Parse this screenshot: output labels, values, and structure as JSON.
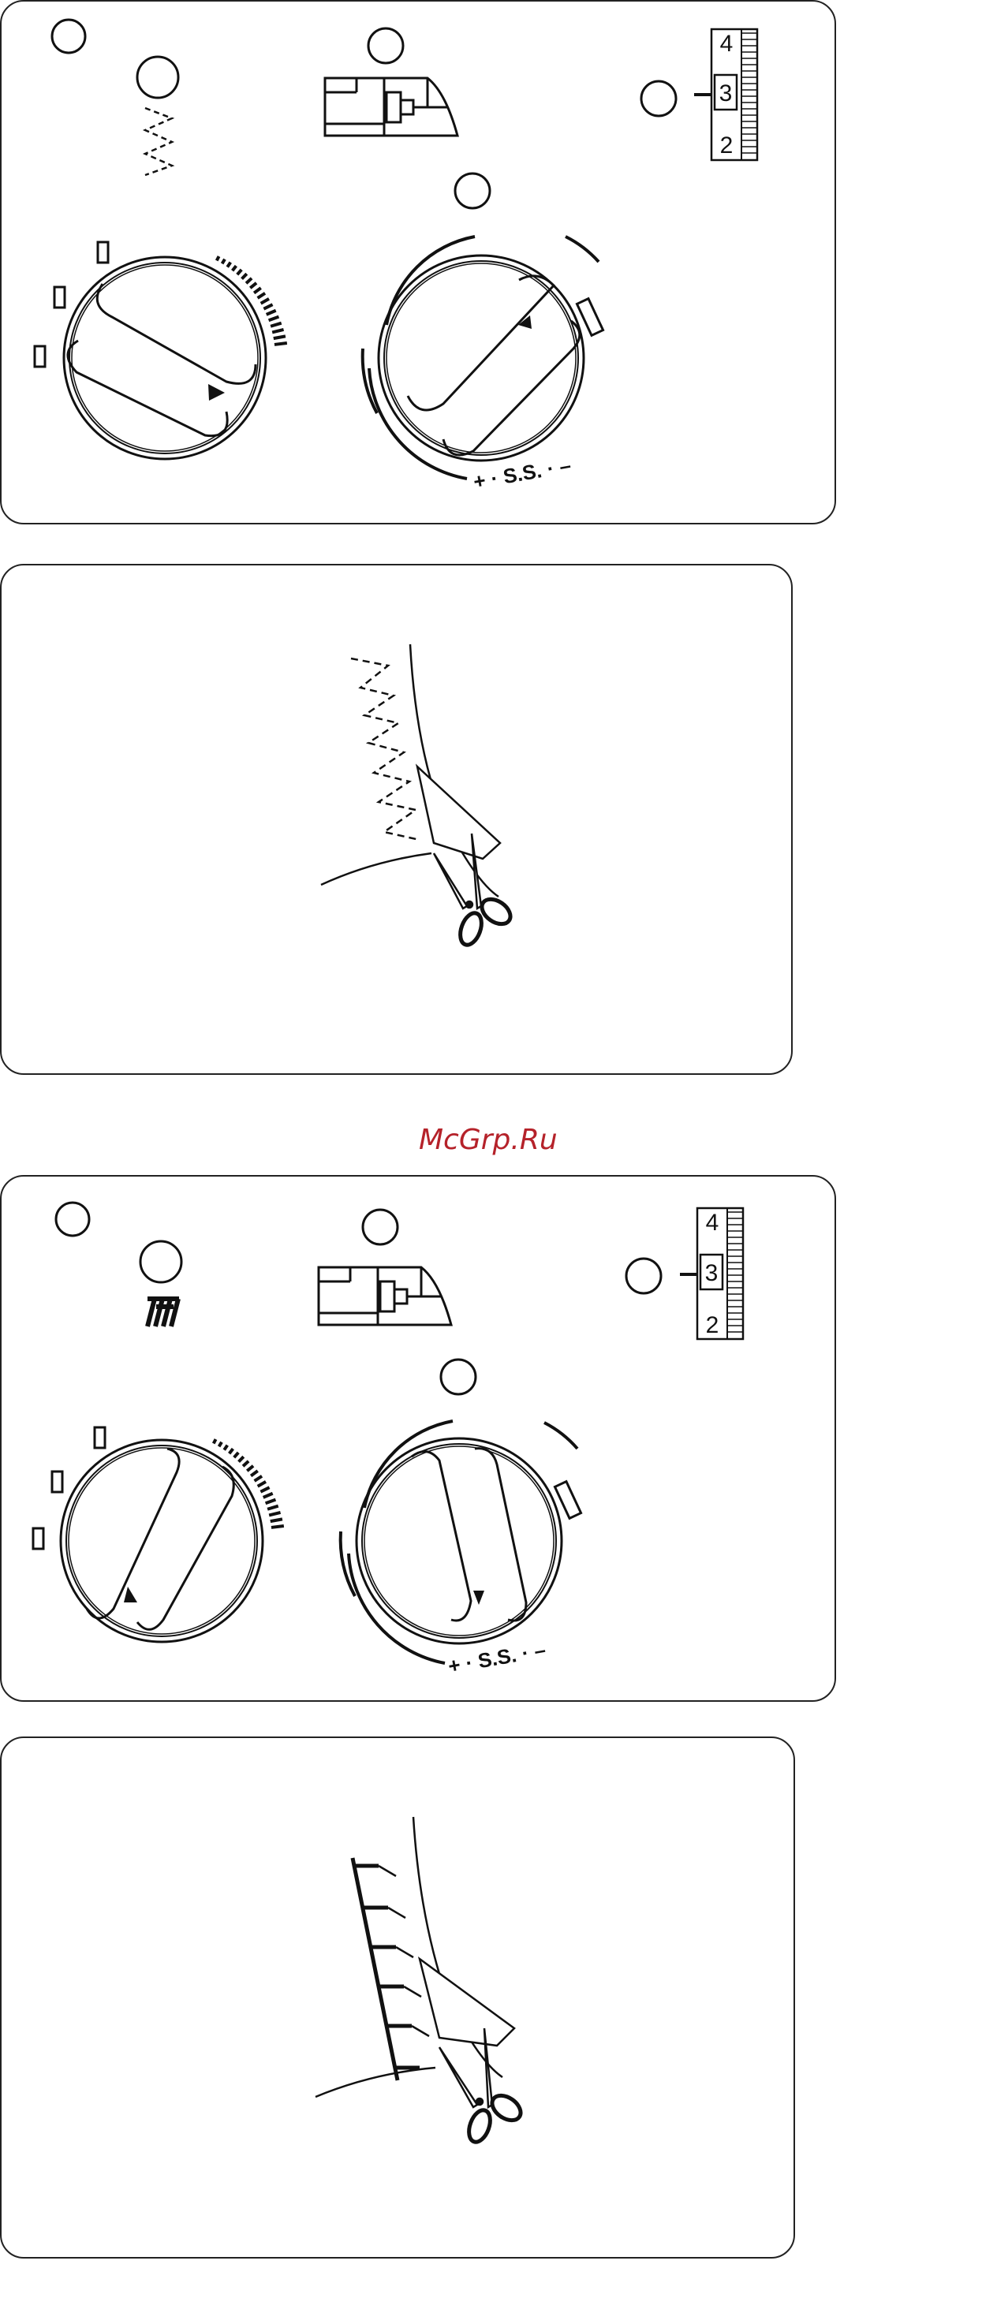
{
  "watermark": "McGrp.Ru",
  "panels": [
    {
      "pressure_scale": {
        "top": "4",
        "selected": "3",
        "bottom": "2"
      },
      "dial_label": "+ · S.S. · –"
    },
    {},
    {
      "pressure_scale": {
        "top": "4",
        "selected": "3",
        "bottom": "2"
      },
      "dial_label": "+ · S.S. · –"
    },
    {}
  ]
}
